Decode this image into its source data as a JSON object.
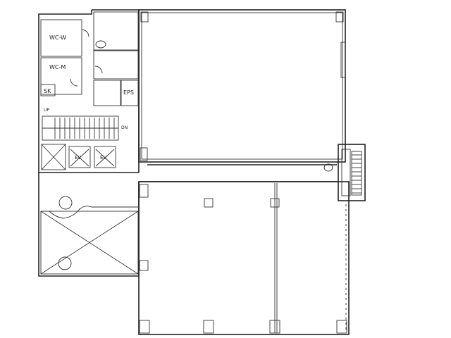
{
  "plan": {
    "rooms": {
      "wc_w": "WC-W",
      "wc_m": "WC-M",
      "sk": "SK",
      "eps": "EPS",
      "ev1": "EV",
      "ev2": "EV"
    },
    "stairs": {
      "up": "UP",
      "dn": "DN"
    }
  }
}
